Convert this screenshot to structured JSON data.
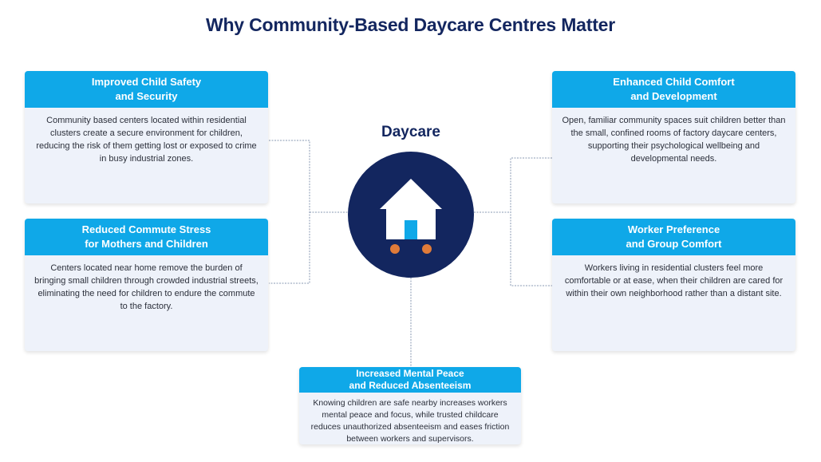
{
  "title": "Why Community-Based Daycare Centres Matter",
  "center": {
    "label": "Daycare",
    "icon": "house-icon"
  },
  "colors": {
    "title": "#13265f",
    "header": "#0fa8e8",
    "card_bg": "#eef2fa",
    "hub": "#13265f",
    "house_door": "#0fa8e8",
    "wheels": "#e07b39"
  },
  "cards": {
    "safety": {
      "title_line1": "Improved Child Safety",
      "title_line2": "and Security",
      "body": "Community based centers located within residential clusters create a secure environment for children, reducing the risk of them getting lost or exposed to crime in busy industrial zones."
    },
    "commute": {
      "title_line1": "Reduced Commute Stress",
      "title_line2": "for Mothers and Children",
      "body": "Centers located near home remove the burden of bringing small children through crowded industrial streets, eliminating the need for children to endure the commute to the factory."
    },
    "comfort": {
      "title_line1": "Enhanced Child Comfort",
      "title_line2": "and Development",
      "body": "Open, familiar community spaces suit children better than the small, confined rooms of factory daycare centers, supporting their psychological wellbeing and developmental needs."
    },
    "preference": {
      "title_line1": "Worker Preference",
      "title_line2": "and Group Comfort",
      "body": "Workers living in residential clusters feel more comfortable or at ease, when their children are cared for within their own neighborhood rather than a distant site."
    },
    "peace": {
      "title_line1": "Increased Mental Peace",
      "title_line2": "and Reduced Absenteeism",
      "body": "Knowing children are safe nearby increases workers mental peace and focus, while trusted childcare reduces unauthorized absenteeism and eases friction between workers and supervisors."
    }
  }
}
